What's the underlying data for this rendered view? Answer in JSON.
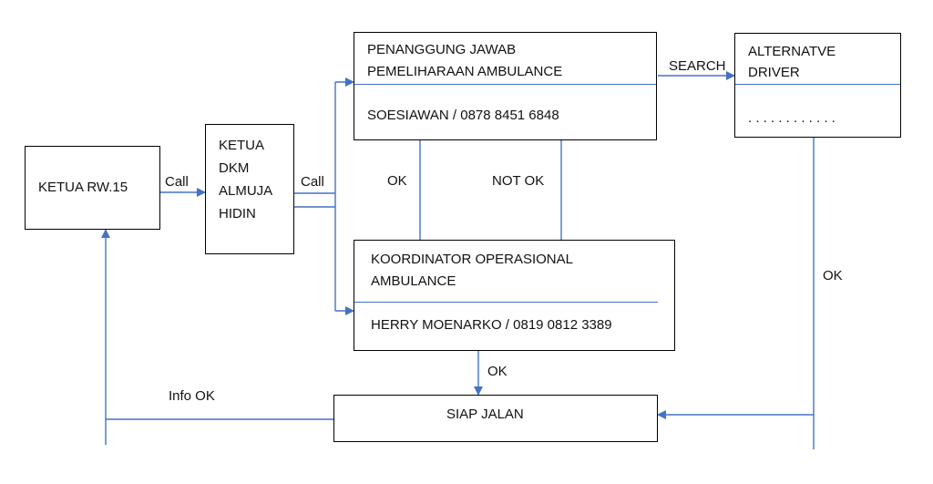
{
  "boxes": {
    "ketua_rw": {
      "label": "KETUA RW.15"
    },
    "ketua_dkm": {
      "lines": [
        "KETUA",
        "DKM",
        "ALMUJA",
        "HIDIN"
      ]
    },
    "pj_pemeliharaan": {
      "title_lines": [
        "PENANGGUNG JAWAB",
        "PEMELIHARAAN AMBULANCE"
      ],
      "contact": "SOESIAWAN / 0878 8451 6848"
    },
    "alternative_driver": {
      "title_lines": [
        "ALTERNATVE",
        "DRIVER"
      ],
      "contact": ". . . . . . . . . . . ."
    },
    "koordinator": {
      "title_lines": [
        "KOORDINATOR OPERASIONAL",
        "AMBULANCE"
      ],
      "contact": "HERRY MOENARKO / 0819 0812 3389"
    },
    "siap_jalan": {
      "label": "SIAP JALAN"
    }
  },
  "edge_labels": {
    "call_1": "Call",
    "call_2": "Call",
    "search": "SEARCH",
    "ok_down": "OK",
    "not_ok": "NOT OK",
    "ok_right": "OK",
    "ok_koordinator": "OK",
    "info_ok": "Info OK"
  },
  "colors": {
    "connector": "#4472c4",
    "box_border": "#000000"
  }
}
